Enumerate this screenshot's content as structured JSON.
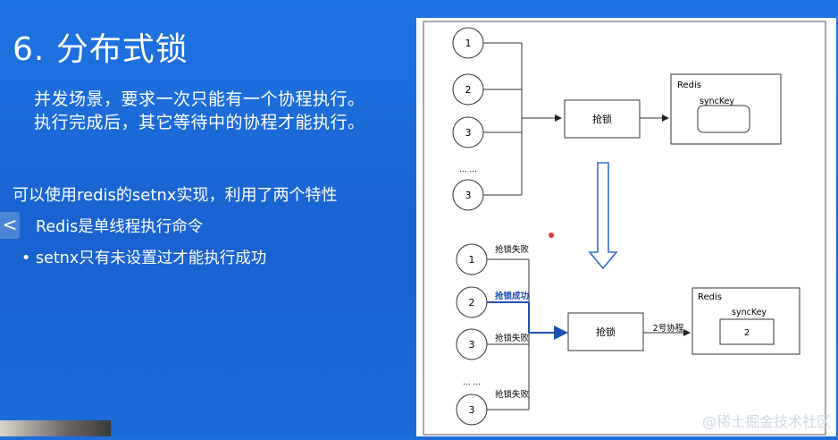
{
  "slide": {
    "title": "6. 分布式锁",
    "para_line1": "并发场景，要求一次只能有一个协程执行。",
    "para_line2": "执行完成后，其它等待中的协程才能执行。",
    "lead": "可以使用redis的setnx实现，利用了两个特性",
    "bullets": [
      "Redis是单线程执行命令",
      "setnx只有未设置过才能执行成功"
    ],
    "bullet_symbol": "•",
    "back_glyph": "<"
  },
  "diagram": {
    "top": {
      "nodes": [
        "1",
        "2",
        "3",
        "3"
      ],
      "ellipsis": "... ...",
      "lock_label": "抢锁",
      "redis_title": "Redis",
      "key_label": "syncKey"
    },
    "bottom": {
      "nodes": [
        "1",
        "2",
        "3",
        "3"
      ],
      "ellipsis": "... ...",
      "edge_labels": [
        "抢锁失败",
        "抢锁成功",
        "抢锁失败",
        "抢锁失败"
      ],
      "lock_label": "抢锁",
      "arrow_label": "2号协程",
      "redis_title": "Redis",
      "key_label": "syncKey",
      "key_value": "2"
    }
  },
  "credit": "@稀土掘金技术社区",
  "colors": {
    "background": "#1e6ddc",
    "success_edge": "#1f4fb4",
    "down_arrow": "#2f6fd6"
  }
}
